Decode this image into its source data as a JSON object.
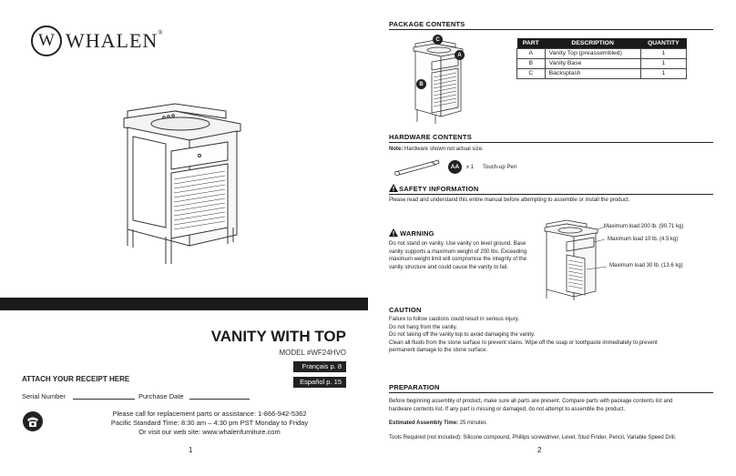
{
  "brand": {
    "initial": "W",
    "name": "WHALEN",
    "reg": "®"
  },
  "left": {
    "title": "VANITY WITH TOP",
    "model": "MODEL #WF24HVO",
    "languages": [
      "Français p. 8",
      "Español p. 15"
    ],
    "receipt": "ATTACH YOUR RECEIPT HERE",
    "serial_label": "Serial Number",
    "purchase_label": "Purchase Date",
    "contact": [
      "Please call for replacement parts or assistance:  1-866-942-5362",
      "Pacific Standard Time: 8:30 am – 4:30 pm PST Monday to Friday",
      "Or visit our web site: www.whalenfurniture.com"
    ],
    "page": "1"
  },
  "right": {
    "package_title": "PACKAGE CONTENTS",
    "table": {
      "headers": [
        "PART",
        "DESCRIPTION",
        "QUANTITY"
      ],
      "rows": [
        [
          "A",
          "Vanity Top (preassembled)",
          "1"
        ],
        [
          "B",
          "Vanity Base",
          "1"
        ],
        [
          "C",
          "Backsplash",
          "1"
        ]
      ]
    },
    "diagram_labels": [
      "C",
      "A",
      "B"
    ],
    "hardware_title": "HARDWARE CONTENTS",
    "hardware_note_bold": "Note:",
    "hardware_note": " Hardware shown not actual size.",
    "hardware_item": {
      "code": "AA",
      "qty": "x 1",
      "name": "Touch-up Pen"
    },
    "safety_title": "SAFETY INFORMATION",
    "safety_intro": "Please read and understand this entire manual before attempting to assemble or install the product.",
    "warning_title": "WARNING",
    "warning_text": [
      "Do not stand on vanity. Use vanity on level ground. Base",
      "vanity supports a maximum weight of 200 lbs. Exceeding",
      "maximum weight limit will compromise the integrity of the",
      "vanity structure and could cause the vanity to fail."
    ],
    "load_labels": [
      "Maximum load 200 lb. (90.71 kg)",
      "Maximum load 10 lb. (4.5 kg)",
      "Maximum load 30 lb. (13.6 kg)"
    ],
    "caution_title": "CAUTION",
    "caution_text": [
      "Failure to follow cautions could result in serious injury.",
      "Do not hang from the vanity.",
      "Do not taking off the vanity top to avoid damaging the vanity.",
      "Clean all fluids from the stone surface to prevent stains. Wipe off the soap or toothpaste immediately to prevent",
      "permanent damage to the stone surface."
    ],
    "prep_title": "PREPARATION",
    "prep_text": [
      "Before beginning assembly of product, make sure all parts are present. Compare parts with package contents list and",
      "hardware contents list. If any part is missing or damaged, do not attempt to assemble the product."
    ],
    "time_label": "Estimated Assembly Time:",
    "time_value": " 25 minutes",
    "tools": "Tools Required (not included): Silicone compound, Phillips screwdriver, Level, Stud Finder, Pencil, Variable Speed Drill.",
    "page": "2"
  }
}
